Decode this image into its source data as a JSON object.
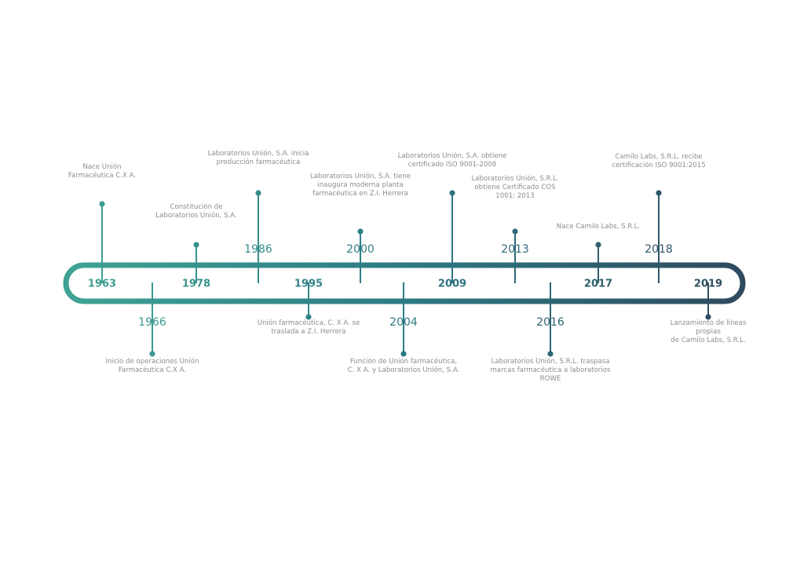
{
  "colors": {
    "start": "#3fa394",
    "mid": "#2d7a84",
    "end": "#2f4a5e",
    "label": "#8d8d8d"
  },
  "events": [
    {
      "year": "1963",
      "label": "Nace Unión\nFarmacéutica C.X A.",
      "side": "up",
      "style": "bold"
    },
    {
      "year": "1966",
      "label": "Inicio de operaciones Unión\nFarmacéutica C.X A.",
      "side": "down",
      "style": "light"
    },
    {
      "year": "1978",
      "label": "Constitución de\nLaboratorios Unión, S.A.",
      "side": "up",
      "style": "bold"
    },
    {
      "year": "1986",
      "label": "Laboratorios Unión, S.A. inicia\nproducción farmacéutica",
      "side": "up",
      "style": "light"
    },
    {
      "year": "1995",
      "label": "Unión farmacéutica, C. X A. se\ntraslada a Z.I. Herrera",
      "side": "down",
      "style": "bold"
    },
    {
      "year": "2000",
      "label": "Laboratorios Unión, S.A. tiene\ninaugura moderna planta\nfarmacéutica en Z.I. Herrera",
      "side": "up",
      "style": "light"
    },
    {
      "year": "2004",
      "label": "Función de Unión farmacéutica,\nC. X A. y Laboratorios Unión, S.A.",
      "side": "down",
      "style": "light"
    },
    {
      "year": "2009",
      "label": "Laboratorios Unión, S.A. obtiene\ncertificado ISO 9001-2008",
      "side": "up",
      "style": "bold"
    },
    {
      "year": "2013",
      "label": "Laboratorios Unión, S.R.L.\nobtiene Certificado COS\n1001: 2013",
      "side": "up",
      "style": "light"
    },
    {
      "year": "2016",
      "label": "Laboratorios Unión, S.R.L. traspasa\nmarcas farmacéutica a laboratorios\nROWE",
      "side": "down",
      "style": "light"
    },
    {
      "year": "2017",
      "label": "Nace Camilo Labs, S.R.L.",
      "side": "up",
      "style": "bold"
    },
    {
      "year": "2018",
      "label": "Camilo Labs, S.R.L. recibe\ncertificación ISO 9001:2015",
      "side": "up",
      "style": "light"
    },
    {
      "year": "2019",
      "label": "Lanzamiento de líneas propias\nde Camilo Labs, S.R.L.",
      "side": "down",
      "style": "bold"
    }
  ]
}
